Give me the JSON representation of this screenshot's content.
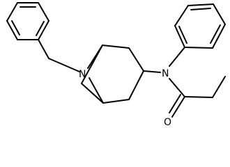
{
  "molecule": {
    "atoms": {
      "nitrogen_bridge": "N",
      "nitrogen_amide": "N",
      "oxygen_carbonyl": "O"
    }
  },
  "colors": {
    "bond": "#000000",
    "label": "#000000",
    "background": "#ffffff"
  }
}
